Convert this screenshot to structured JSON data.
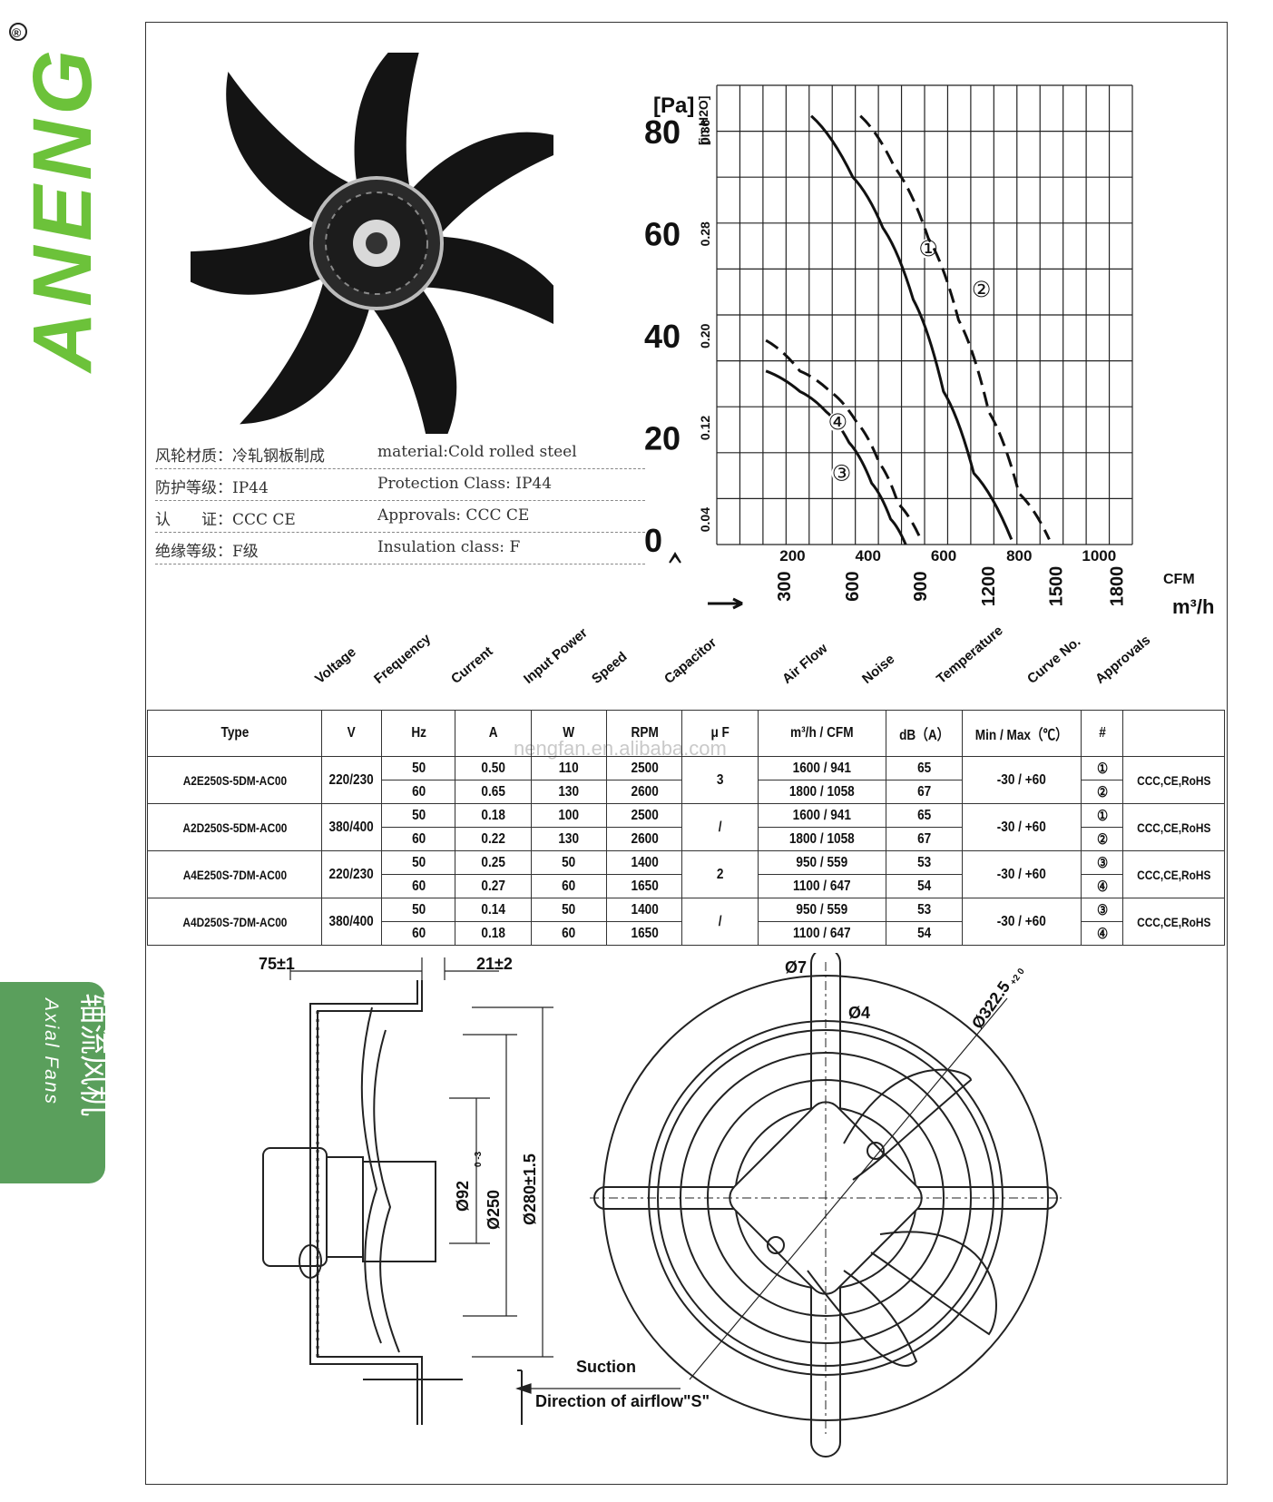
{
  "brand": {
    "name": "ANENG",
    "registered": "®",
    "colors": {
      "blue": "#1b3d8f",
      "green": "#6cc23a"
    }
  },
  "side_tab": {
    "cn": "轴流风机",
    "en": "Axial Fans",
    "color": "#5a9f5c"
  },
  "specs": [
    {
      "cn": "风轮材质：冷轧钢板制成",
      "en": "material:Cold rolled steel"
    },
    {
      "cn": "防护等级：IP44",
      "en": "Protection Class: IP44"
    },
    {
      "cn": "认　　证：CCC CE",
      "en": "Approvals: CCC  CE"
    },
    {
      "cn": "绝缘等级：F级",
      "en": "Insulation class: F"
    }
  ],
  "chart_data": {
    "type": "line",
    "y_unit": "[Pa]",
    "y2_unit": "[in.H2O]",
    "x_unit_cfm": "CFM",
    "x_unit_m3h": "m³/h",
    "y_ticks": [
      "80",
      "60",
      "40",
      "20",
      "0"
    ],
    "y2_ticks": [
      "0.36",
      "0.28",
      "0.20",
      "0.12",
      "0.04"
    ],
    "x_ticks_cfm": [
      "200",
      "400",
      "600",
      "800",
      "1000"
    ],
    "x_ticks_m3h": [
      "300",
      "600",
      "900",
      "1200",
      "1500",
      "1800"
    ],
    "xlim_cfm": [
      0,
      1100
    ],
    "ylim": [
      0,
      90
    ],
    "grid": true,
    "series": [
      {
        "name": "①",
        "style": "solid",
        "points": [
          [
            250,
            84
          ],
          [
            360,
            72
          ],
          [
            440,
            62
          ],
          [
            520,
            48
          ],
          [
            600,
            30
          ],
          [
            680,
            14
          ],
          [
            780,
            1
          ]
        ]
      },
      {
        "name": "②",
        "style": "dashed",
        "points": [
          [
            380,
            84
          ],
          [
            470,
            74
          ],
          [
            560,
            60
          ],
          [
            640,
            44
          ],
          [
            720,
            26
          ],
          [
            800,
            10
          ],
          [
            880,
            1
          ]
        ]
      },
      {
        "name": "③",
        "style": "solid",
        "points": [
          [
            130,
            34
          ],
          [
            220,
            30
          ],
          [
            290,
            26
          ],
          [
            350,
            20
          ],
          [
            410,
            12
          ],
          [
            460,
            5
          ],
          [
            500,
            0
          ]
        ]
      },
      {
        "name": "④",
        "style": "dashed",
        "points": [
          [
            130,
            40
          ],
          [
            220,
            34
          ],
          [
            300,
            30
          ],
          [
            370,
            24
          ],
          [
            430,
            16
          ],
          [
            480,
            8
          ],
          [
            540,
            1
          ]
        ]
      }
    ]
  },
  "table": {
    "rot_headers": [
      "Voltage",
      "Frequency",
      "Current",
      "Input Power",
      "Speed",
      "Capacitor",
      "Air Flow",
      "Noise",
      "Temperature",
      "Curve No.",
      "Approvals"
    ],
    "units": {
      "type": "Type",
      "v": "V",
      "hz": "Hz",
      "a": "A",
      "w": "W",
      "rpm": "RPM",
      "uf": "μ F",
      "airflow": "m³/h  /  CFM",
      "noise": "dB（A）",
      "temp": "Min / Max（℃）",
      "curve": "#"
    },
    "watermark": "nengfan.en.alibaba.com",
    "rows": [
      {
        "type": "A2E250S-5DM-AC00",
        "v": "220/230",
        "cap": "3",
        "temp": "-30 / +60",
        "appr": "CCC,CE,RoHS",
        "sub": [
          {
            "hz": "50",
            "a": "0.50",
            "w": "110",
            "rpm": "2500",
            "m3h": "1600",
            "cfm": "941",
            "db": "65",
            "curve": "①"
          },
          {
            "hz": "60",
            "a": "0.65",
            "w": "130",
            "rpm": "2600",
            "m3h": "1800",
            "cfm": "1058",
            "db": "67",
            "curve": "②"
          }
        ]
      },
      {
        "type": "A2D250S-5DM-AC00",
        "v": "380/400",
        "cap": "/",
        "temp": "-30 / +60",
        "appr": "CCC,CE,RoHS",
        "sub": [
          {
            "hz": "50",
            "a": "0.18",
            "w": "100",
            "rpm": "2500",
            "m3h": "1600",
            "cfm": "941",
            "db": "65",
            "curve": "①"
          },
          {
            "hz": "60",
            "a": "0.22",
            "w": "130",
            "rpm": "2600",
            "m3h": "1800",
            "cfm": "1058",
            "db": "67",
            "curve": "②"
          }
        ]
      },
      {
        "type": "A4E250S-7DM-AC00",
        "v": "220/230",
        "cap": "2",
        "temp": "-30 / +60",
        "appr": "CCC,CE,RoHS",
        "sub": [
          {
            "hz": "50",
            "a": "0.25",
            "w": "50",
            "rpm": "1400",
            "m3h": "950",
            "cfm": "559",
            "db": "53",
            "curve": "③"
          },
          {
            "hz": "60",
            "a": "0.27",
            "w": "60",
            "rpm": "1650",
            "m3h": "1100",
            "cfm": "647",
            "db": "54",
            "curve": "④"
          }
        ]
      },
      {
        "type": "A4D250S-7DM-AC00",
        "v": "380/400",
        "cap": "/",
        "temp": "-30 / +60",
        "appr": "CCC,CE,RoHS",
        "sub": [
          {
            "hz": "50",
            "a": "0.14",
            "w": "50",
            "rpm": "1400",
            "m3h": "950",
            "cfm": "559",
            "db": "53",
            "curve": "③"
          },
          {
            "hz": "60",
            "a": "0.18",
            "w": "60",
            "rpm": "1650",
            "m3h": "1100",
            "cfm": "647",
            "db": "54",
            "curve": "④"
          }
        ]
      }
    ]
  },
  "drawing": {
    "dim_left": "75±1",
    "dim_right": "21±2",
    "dia_hub": "Ø92",
    "dia_250": "Ø250",
    "dia_250_tol": "0 -3",
    "dia_280": "Ø280±1.5",
    "hole_7": "Ø7",
    "hole_4": "Ø4",
    "dia_322": "Ø322.5",
    "dia_322_tol": "+2 0",
    "suction": "Suction",
    "airflow": "Direction of airflow\"S\""
  }
}
